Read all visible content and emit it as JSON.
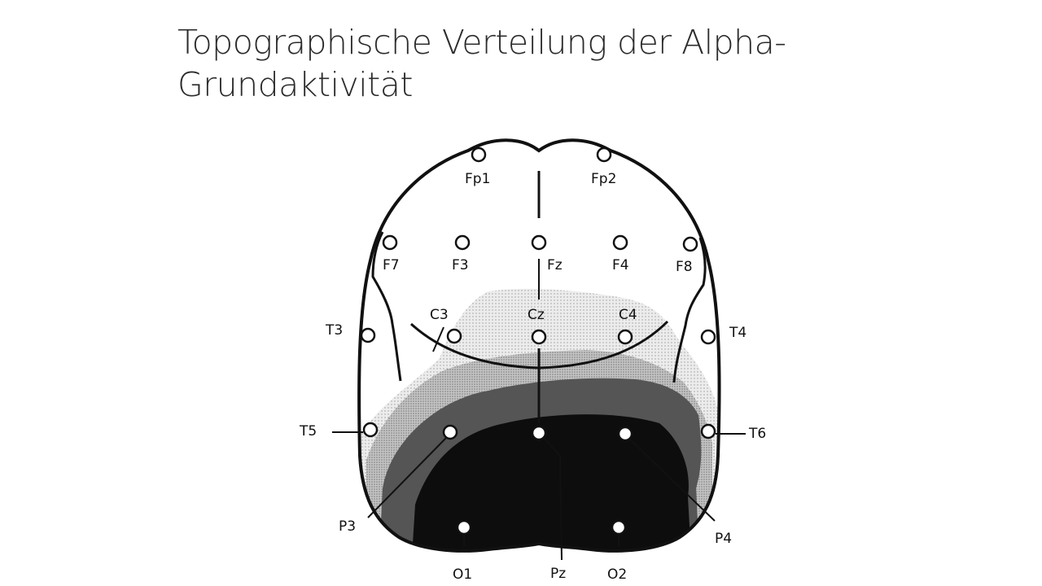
{
  "slide": {
    "title_line1": "Topographische Verteilung der Alpha-",
    "title_line2": "Grundaktivität"
  },
  "electrodes": {
    "Fp1": "Fp1",
    "Fp2": "Fp2",
    "F7": "F7",
    "F3": "F3",
    "Fz": "Fz",
    "F4": "F4",
    "F8": "F8",
    "T3": "T3",
    "C3": "C3",
    "Cz": "Cz",
    "C4": "C4",
    "T4": "T4",
    "T5": "T5",
    "T6": "T6",
    "P3": "P3",
    "Pz": "Pz",
    "P4": "P4",
    "O1": "O1",
    "O2": "O2"
  },
  "colors": {
    "outline": "#111111",
    "zone_light": "#e6e6e6",
    "zone_medium": "#b8b8b8",
    "zone_dark": "#5a5a5a",
    "zone_max": "#0d0d0d"
  }
}
